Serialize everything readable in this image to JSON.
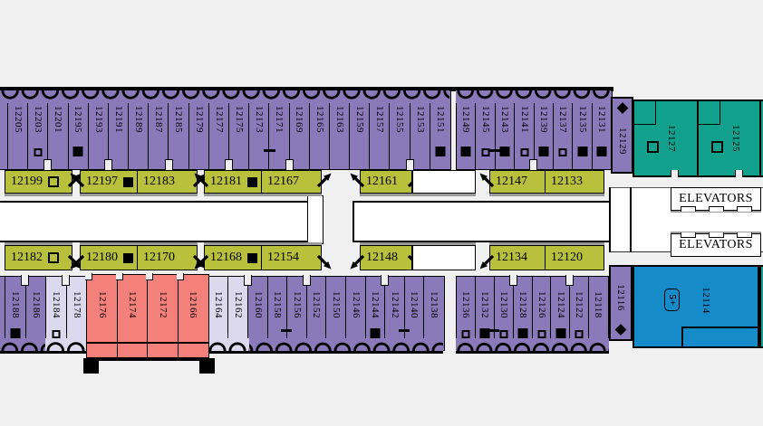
{
  "palette": {
    "background": "#f0f0f0",
    "balcony_purple": "#8a7ab9",
    "light_purple": "#dcd9ee",
    "interior_olive": "#b9c03c",
    "suite_teal": "#11a18c",
    "suite_blue": "#168bca",
    "highlight_pink": "#f4807c",
    "corridor_white": "#ffffff",
    "outline": "#000000",
    "shadow": "#9a9a9a"
  },
  "top_row": {
    "cabins": [
      {
        "n": "12205"
      },
      {
        "n": "12203",
        "icon": "open-square"
      },
      {
        "n": "12201"
      },
      {
        "n": "12195",
        "icon": "filled-square"
      },
      {
        "n": "12193"
      },
      {
        "n": "12191"
      },
      {
        "n": "12189"
      },
      {
        "n": "12187"
      },
      {
        "n": "12185"
      },
      {
        "n": "12179"
      },
      {
        "n": "12177"
      },
      {
        "n": "12175"
      },
      {
        "n": "12173"
      },
      {
        "n": "12171"
      },
      {
        "n": "12169"
      },
      {
        "n": "12165"
      },
      {
        "n": "12163"
      },
      {
        "n": "12159"
      },
      {
        "n": "12157"
      },
      {
        "n": "12155"
      },
      {
        "n": "12153"
      },
      {
        "n": "12151",
        "icon": "filled-square"
      }
    ],
    "cabins_after_gap": [
      {
        "n": "12149",
        "icon": "filled-square"
      },
      {
        "n": "12145",
        "icon": "open-square"
      },
      {
        "n": "12143",
        "icon": "filled-square"
      },
      {
        "n": "12141",
        "icon": "open-square"
      },
      {
        "n": "12139",
        "icon": "filled-square"
      },
      {
        "n": "12137",
        "icon": "open-square"
      },
      {
        "n": "12135",
        "icon": "filled-square"
      },
      {
        "n": "12131",
        "icon": "filled-square"
      }
    ]
  },
  "corner_cabins": {
    "top": {
      "n": "12129",
      "icon": "diamond"
    },
    "bottom": {
      "n": "12116",
      "icon": "diamond"
    }
  },
  "teal_cabins": [
    {
      "n": "12127",
      "icon": "open-square"
    },
    {
      "n": "12125",
      "icon": "open-square"
    }
  ],
  "suite": {
    "n": "12114",
    "badge": "5+"
  },
  "elevators": {
    "label": "ELEVATORS",
    "count": 2
  },
  "mid_rows": {
    "row1": {
      "groups": [
        {
          "cells": [
            {
              "n": "12199",
              "icon": "open-square"
            }
          ]
        },
        {
          "cells": [
            {
              "n": "12197",
              "icon": "filled-square"
            },
            {
              "n": "12183"
            }
          ]
        },
        {
          "cells": [
            {
              "n": "12181",
              "icon": "filled-square"
            },
            {
              "n": "12167"
            }
          ]
        },
        {
          "cells": [
            {
              "n": "12161"
            }
          ]
        },
        {
          "cells": [
            {
              "n": "12147"
            },
            {
              "n": "12133"
            }
          ]
        }
      ]
    },
    "row2": {
      "groups": [
        {
          "cells": [
            {
              "n": "12182",
              "icon": "open-square"
            }
          ]
        },
        {
          "cells": [
            {
              "n": "12180",
              "icon": "filled-square"
            },
            {
              "n": "12170"
            }
          ]
        },
        {
          "cells": [
            {
              "n": "12168",
              "icon": "filled-square"
            },
            {
              "n": "12154"
            }
          ]
        },
        {
          "cells": [
            {
              "n": "12148"
            }
          ]
        },
        {
          "cells": [
            {
              "n": "12134"
            },
            {
              "n": "12120"
            }
          ]
        }
      ]
    }
  },
  "bottom_row": {
    "cabins": [
      {
        "n": "12188",
        "color": "purple",
        "icon": "filled-square"
      },
      {
        "n": "12186",
        "color": "purple"
      },
      {
        "n": "12184",
        "color": "light",
        "icon": "open-square"
      },
      {
        "n": "12178",
        "color": "light"
      },
      {
        "n": "12176",
        "color": "pink"
      },
      {
        "n": "12174",
        "color": "pink"
      },
      {
        "n": "12172",
        "color": "pink"
      },
      {
        "n": "12166",
        "color": "pink"
      },
      {
        "n": "12164",
        "color": "light"
      },
      {
        "n": "12162",
        "color": "light"
      },
      {
        "n": "12160",
        "color": "purple"
      },
      {
        "n": "12158",
        "color": "purple"
      },
      {
        "n": "12156",
        "color": "purple"
      },
      {
        "n": "12152",
        "color": "purple"
      },
      {
        "n": "12150",
        "color": "purple"
      },
      {
        "n": "12146",
        "color": "purple"
      },
      {
        "n": "12144",
        "color": "purple",
        "icon": "filled-square"
      },
      {
        "n": "12142",
        "color": "purple"
      },
      {
        "n": "12140",
        "color": "purple"
      },
      {
        "n": "12138",
        "color": "purple"
      },
      {
        "n": "12136",
        "color": "purple",
        "icon": "open-square"
      },
      {
        "n": "12132",
        "color": "purple",
        "icon": "filled-square"
      },
      {
        "n": "12130",
        "color": "purple",
        "icon": "open-square"
      },
      {
        "n": "12128",
        "color": "purple",
        "icon": "filled-square"
      },
      {
        "n": "12126",
        "color": "purple",
        "icon": "open-square"
      },
      {
        "n": "12124",
        "color": "purple",
        "icon": "filled-square"
      },
      {
        "n": "12122",
        "color": "purple",
        "icon": "open-square"
      },
      {
        "n": "12118",
        "color": "purple"
      }
    ]
  }
}
